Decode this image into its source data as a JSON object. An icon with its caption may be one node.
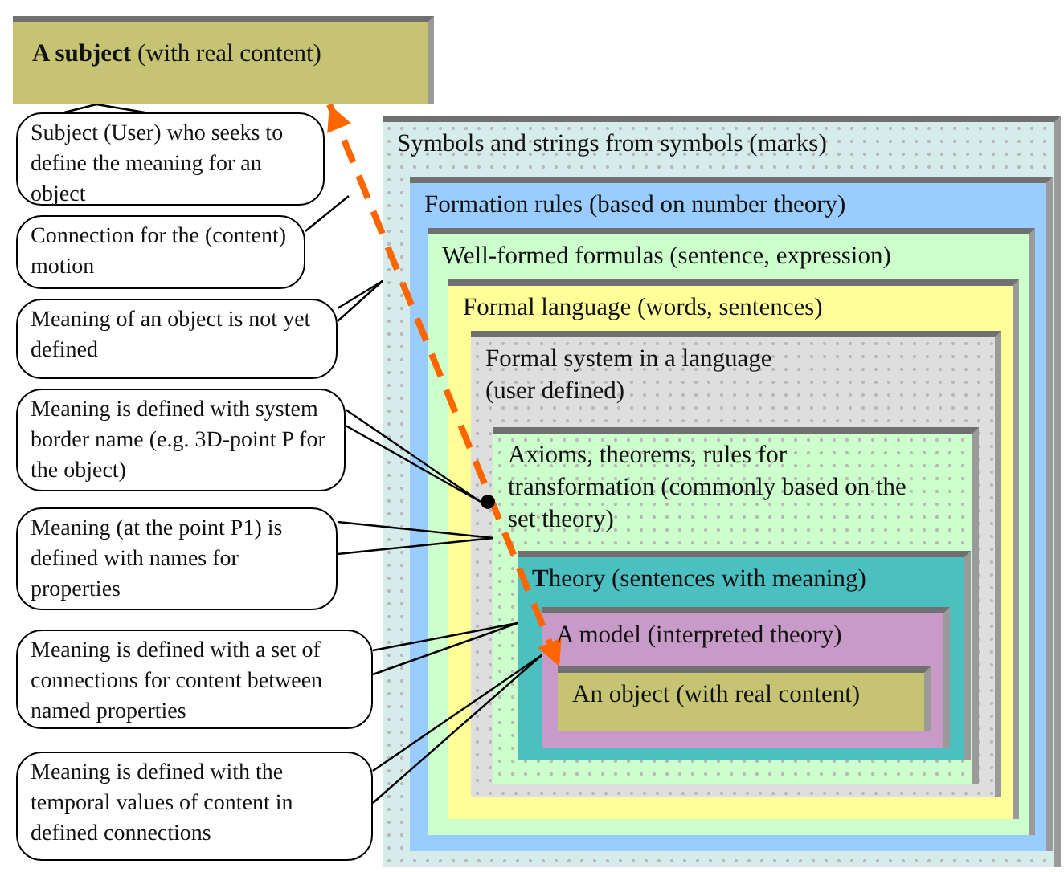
{
  "diagram": {
    "nodes": [
      {
        "text": [
          "**A subject** (with real content)"
        ]
      },
      {
        "text": [
          "Symbols and strings from symbols (marks)"
        ]
      },
      {
        "text": [
          "Formation rules (based on number theory)"
        ],
        "in": 1
      },
      {
        "text": [
          "Well-formed formulas (sentence, expression)"
        ],
        "in": 2
      },
      {
        "text": [
          "Formal language (words, sentences)"
        ],
        "in": 3
      },
      {
        "text": [
          "Formal system in a language (user defined)"
        ],
        "in": 4
      },
      {
        "text": [
          "Axioms, theorems, rules for transformation (commonly based on the set theory)"
        ],
        "in": 5
      },
      {
        "text": [
          "**T**heory (sentences with meaning)"
        ],
        "in": 6
      },
      {
        "text": [
          "A model (interpreted theory)"
        ],
        "in": 7
      },
      {
        "text": [
          "An object (with real content)"
        ],
        "in": 8
      },
      {
        "text": [],
        "shape": "circle",
        "in": 5
      },
      {
        "text": [
          "Subject (User) who seeks to define the meaning for an object"
        ]
      },
      {
        "text": [
          "Connection for the (content) motion"
        ]
      },
      {
        "text": [
          "Meaning of an object is not yet defined"
        ]
      },
      {
        "text": [
          "Meaning is defined with system border name (e.g. 3D-point P for the object)"
        ]
      },
      {
        "text": [
          "Meaning (at the point P1) is defined with names for properties"
        ]
      },
      {
        "text": [
          "Meaning is defined with a set of connections for content between named properties"
        ]
      },
      {
        "text": [
          "Meaning is defined with the temporal values of content in defined connections"
        ]
      }
    ],
    "edges": [
      {
        "from": 0,
        "to": 9,
        "arrow": "both",
        "style": "dashed",
        "color": "#ff6600"
      },
      {
        "from": 11,
        "to": 0,
        "arrow": "none"
      },
      {
        "from": 12,
        "to": null,
        "arrow": "none"
      },
      {
        "from": 13,
        "to": 1,
        "arrow": "none"
      },
      {
        "from": 14,
        "to": 10,
        "arrow": "none"
      },
      {
        "from": 15,
        "to": 6,
        "arrow": "none"
      },
      {
        "from": 16,
        "to": 7,
        "arrow": "none"
      },
      {
        "from": 17,
        "to": 8,
        "arrow": "none"
      }
    ]
  }
}
